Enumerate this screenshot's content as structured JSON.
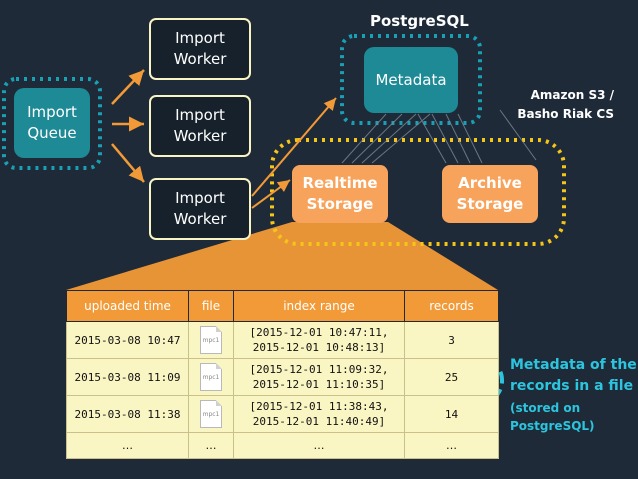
{
  "import_queue": {
    "label": "Import\nQueue"
  },
  "workers": [
    {
      "label": "Import\nWorker"
    },
    {
      "label": "Import\nWorker"
    },
    {
      "label": "Import\nWorker"
    }
  ],
  "postgresql_label": "PostgreSQL",
  "metadata_label": "Metadata",
  "s3_label": "Amazon S3 /\nBasho Riak CS",
  "realtime_label": "Realtime\nStorage",
  "archive_label": "Archive\nStorage",
  "table": {
    "headers": [
      "uploaded time",
      "file",
      "index range",
      "records"
    ],
    "rows": [
      {
        "uploaded": "2015-03-08 10:47",
        "file": "mpc1",
        "range": "[2015-12-01 10:47:11,\n 2015-12-01 10:48:13]",
        "records": "3"
      },
      {
        "uploaded": "2015-03-08 11:09",
        "file": "mpc1",
        "range": "[2015-12-01 11:09:32,\n 2015-12-01 11:10:35]",
        "records": "25"
      },
      {
        "uploaded": "2015-03-08 11:38",
        "file": "mpc1",
        "range": "[2015-12-01 11:38:43,\n 2015-12-01 11:40:49]",
        "records": "14"
      }
    ],
    "ellipsis": [
      "…",
      "…",
      "…",
      "…"
    ]
  },
  "annotation": {
    "line1": "Metadata of the",
    "line2": "records in a file",
    "line3": "(stored on",
    "line4": "PostgreSQL)"
  },
  "colors": {
    "background": "#1e2a38",
    "teal": "#1d8a96",
    "teal_dotted": "#1aa0b4",
    "yellow_dotted": "#f5c518",
    "orange": "#f29a37",
    "cream": "#faf6c4",
    "annotation_blue": "#2cc4de"
  }
}
